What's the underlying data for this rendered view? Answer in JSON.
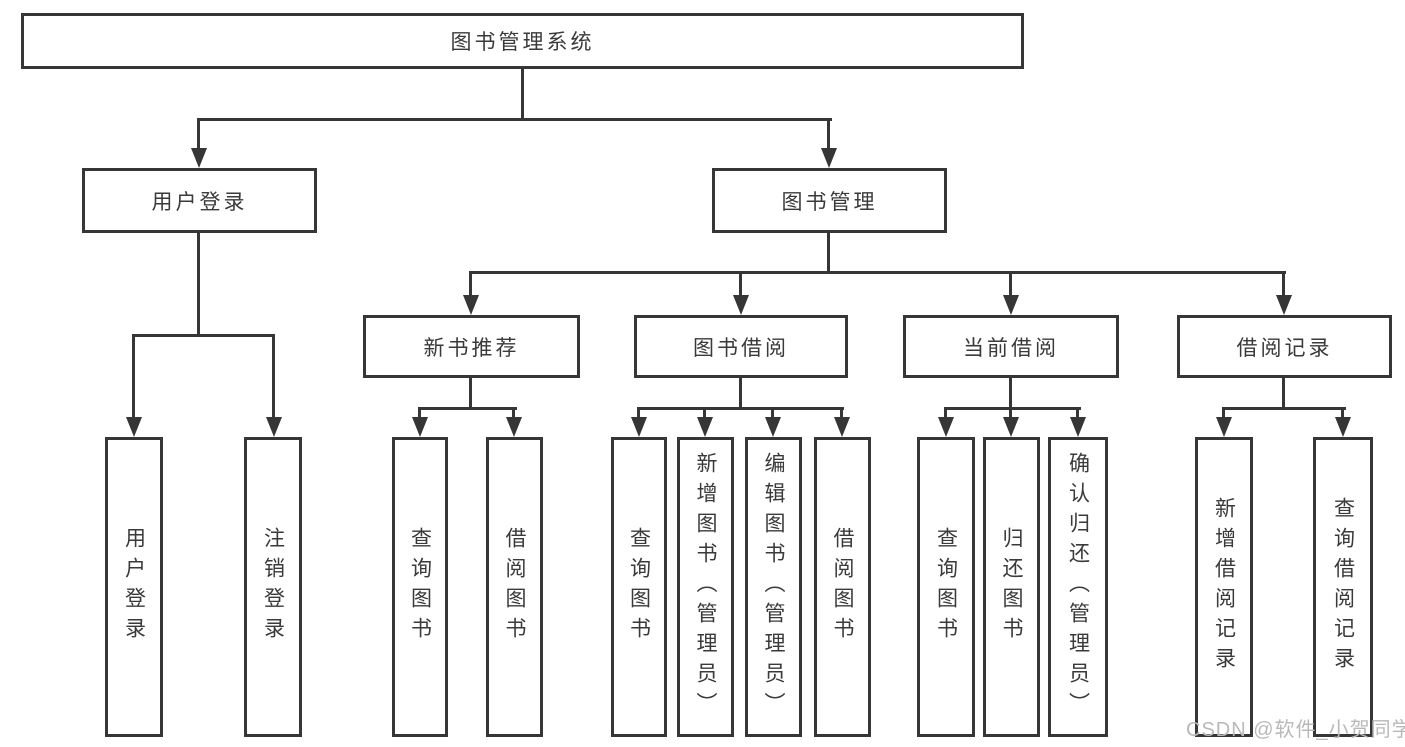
{
  "tree": {
    "root": "图书管理系统",
    "branches": [
      {
        "label": "用户登录",
        "children": [
          "用户登录",
          "注销登录"
        ]
      },
      {
        "label": "图书管理",
        "sections": [
          {
            "label": "新书推荐",
            "children": [
              "查询图书",
              "借阅图书"
            ]
          },
          {
            "label": "图书借阅",
            "children": [
              "查询图书",
              "新增图书（管理员）",
              "编辑图书（管理员）",
              "借阅图书"
            ]
          },
          {
            "label": "当前借阅",
            "children": [
              "查询图书",
              "归还图书",
              "确认归还（管理员）"
            ]
          },
          {
            "label": "借阅记录",
            "children": [
              "新增借阅记录",
              "查询借阅记录"
            ]
          }
        ]
      }
    ]
  },
  "watermark": "CSDN @软件_小贺同学",
  "colors": {
    "line": "#363636",
    "text": "#3a3a3a",
    "watermark": "#b9b9b9",
    "background": "#ffffff"
  }
}
